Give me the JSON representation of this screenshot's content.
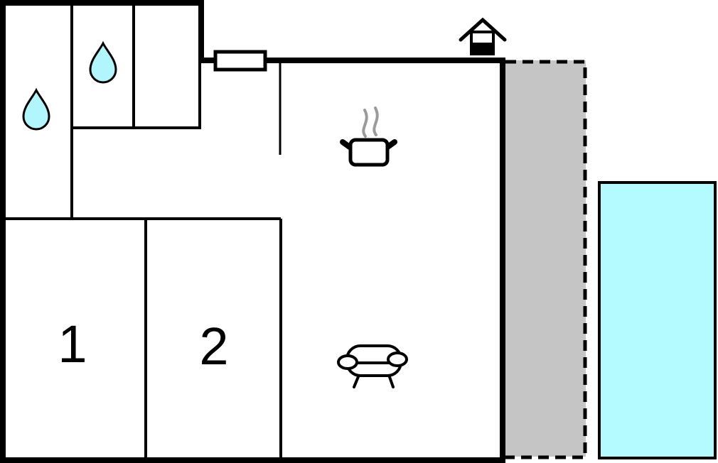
{
  "plan": {
    "type": "apartment-floor-plan",
    "rooms": {
      "bedroom_1": {
        "label": "1"
      },
      "bedroom_2": {
        "label": "2"
      },
      "bathroom_1": {
        "icon": "water-drop-icon"
      },
      "bathroom_2": {
        "icon": "water-drop-icon"
      },
      "kitchen": {
        "icon": "cooking-pot-icon"
      },
      "living_room": {
        "icon": "sofa-icon"
      },
      "terrace": {
        "style": "gray-dashed-outline"
      },
      "pool": {
        "style": "cyan-rectangle"
      }
    },
    "icons": {
      "chimney": "house-chimney-icon",
      "window": "window-symbol",
      "water_drop": "water-drop-icon",
      "cooking_pot": "cooking-pot-icon",
      "sofa": "sofa-icon"
    }
  },
  "colors": {
    "wall": "#000000",
    "water_drop": "#b2f6fd",
    "pool": "#b3fbff",
    "terrace": "#c5c5c5",
    "steam": "#9b9b9b",
    "background": "#ffffff"
  }
}
